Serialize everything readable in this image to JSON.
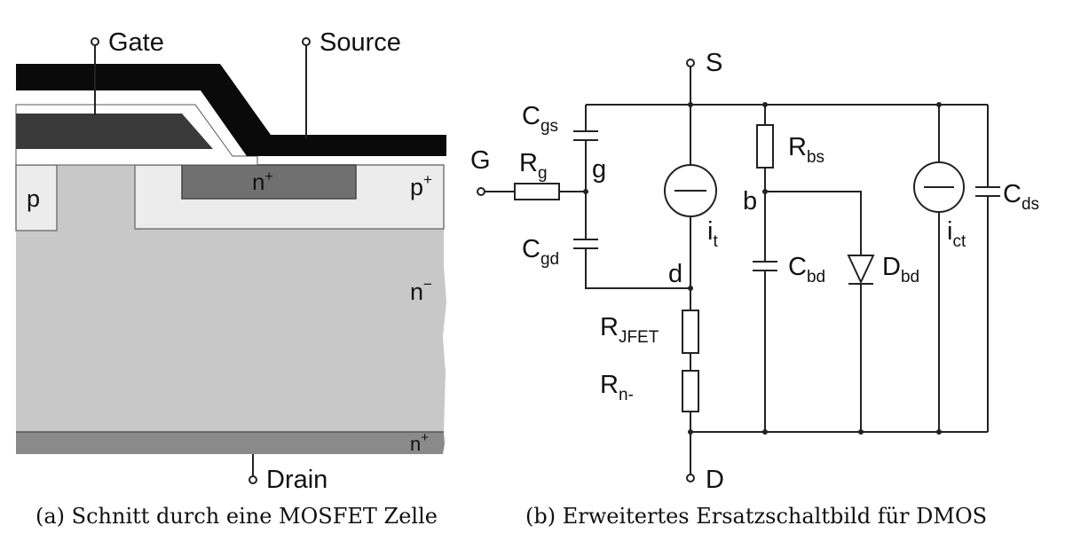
{
  "panel_a": {
    "terminals": {
      "gate": "Gate",
      "source": "Source",
      "drain": "Drain"
    },
    "regions": {
      "p_left": "p",
      "n_plus_top": "n",
      "n_plus_top_sup": "+",
      "p_plus": "p",
      "p_plus_sup": "+",
      "n_minus": "n",
      "n_minus_sup": "−",
      "n_plus_bottom": "n",
      "n_plus_bottom_sup": "+"
    },
    "caption": "(a) Schnitt durch eine MOSFET Zelle",
    "colors": {
      "metal": "#0a0a0a",
      "gate_poly": "#3a3a3a",
      "p_region": "#ececec",
      "n_plus": "#707070",
      "n_minus": "#c8c8c8",
      "substrate": "#8a8a8a"
    }
  },
  "panel_b": {
    "nodes": {
      "S": "S",
      "G": "G",
      "D": "D",
      "g": "g",
      "d": "d",
      "b": "b"
    },
    "components": {
      "cgs": {
        "main": "C",
        "sub": "gs"
      },
      "rg": {
        "main": "R",
        "sub": "g"
      },
      "cgd": {
        "main": "C",
        "sub": "gd"
      },
      "it": {
        "main": "i",
        "sub": "t"
      },
      "rjfet": {
        "main": "R",
        "sub": "JFET"
      },
      "rn": {
        "main": "R",
        "sub": "n-"
      },
      "rbs": {
        "main": "R",
        "sub": "bs"
      },
      "cbd": {
        "main": "C",
        "sub": "bd"
      },
      "dbd": {
        "main": "D",
        "sub": "bd"
      },
      "ict": {
        "main": "i",
        "sub": "ct"
      },
      "cds": {
        "main": "C",
        "sub": "ds"
      }
    },
    "caption": "(b) Erweitertes Ersatzschaltbild für DMOS"
  }
}
